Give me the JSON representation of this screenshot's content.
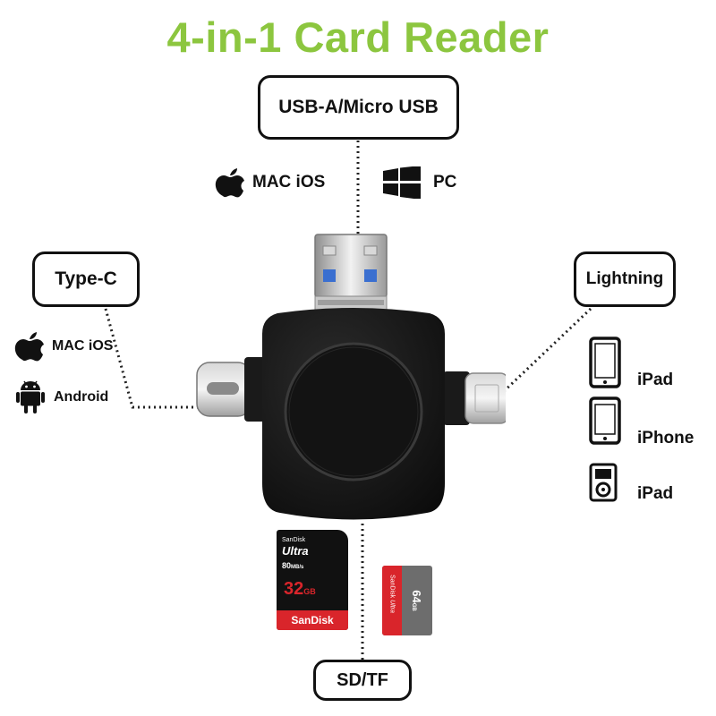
{
  "title": "4-in-1  Card Reader",
  "labels": {
    "usb": "USB-A/Micro USB",
    "typec": "Type-C",
    "lightning": "Lightning",
    "sdtf": "SD/TF"
  },
  "usb_os": {
    "mac": "MAC iOS",
    "pc": "PC"
  },
  "typec_os": {
    "mac": "MAC iOS",
    "android": "Android"
  },
  "lightning_devices": [
    "iPad",
    "iPhone",
    "iPad"
  ],
  "sd_card": {
    "brand": "SanDisk",
    "line": "Ultra",
    "speed": "80",
    "speed_unit": "MB/s",
    "capacity": "32",
    "capacity_unit": "GB",
    "footer": "SanDisk"
  },
  "tf_card": {
    "brand": "SanDisk",
    "line": "Ultra",
    "capacity": "64",
    "capacity_unit": "GB"
  },
  "colors": {
    "title": "#8cc63f",
    "device": "#151515",
    "sd_red": "#d9252b"
  }
}
